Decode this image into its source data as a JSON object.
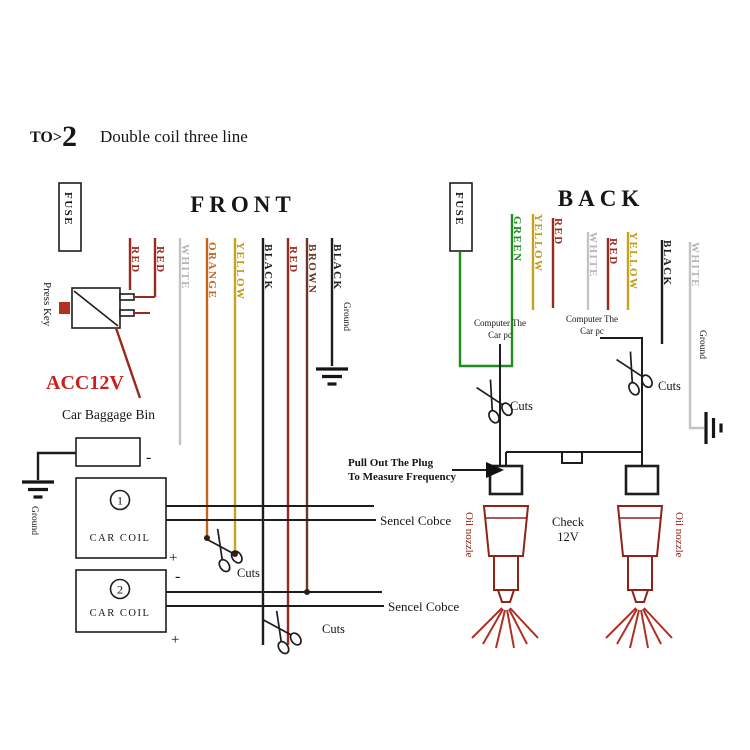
{
  "title": {
    "prefix": "TO>",
    "number": "2",
    "rest": "Double coil three line"
  },
  "front": {
    "heading": "FRONT",
    "fuse": "FUSE",
    "press_key": "Press Key",
    "acc": "ACC12V",
    "baggage": "Car Baggage Bin",
    "baggage_minus": "-",
    "ground_left": "Ground",
    "ground_mid": "Ground",
    "wires": [
      "RED",
      "RED",
      "WHITE",
      "ORANGE",
      "YELLOW",
      "BLACK",
      "RED",
      "BROWN",
      "BLACK"
    ],
    "coil1_num": "1",
    "coil1": "CAR COIL",
    "coil2_num": "2",
    "coil2": "CAR COIL",
    "plus1": "+",
    "minus1": "-",
    "plus2": "+",
    "sencel1": "Sencel Cobce",
    "sencel2": "Sencel Cobce",
    "cuts1": "Cuts",
    "cuts2": "Cuts"
  },
  "back": {
    "heading": "BACK",
    "fuse": "FUSE",
    "wires_left": [
      "GREEN",
      "YELLOW",
      "RED"
    ],
    "wires_mid": [
      "WHITE",
      "RED",
      "YELLOW"
    ],
    "wires_right": [
      "BLACK",
      "WHITE"
    ],
    "computer1": {
      "l1": "Computer The",
      "l2": "Car pc"
    },
    "computer2": {
      "l1": "Computer The",
      "l2": "Car pc"
    },
    "cuts1": "Cuts",
    "cuts2": "Cuts",
    "pull": {
      "l1": "Pull Out The Plug",
      "l2": "To Measure Frequency"
    },
    "check": {
      "l1": "Check",
      "l2": "12V"
    },
    "nozzle1": "Oil nozzle",
    "nozzle2": "Oil nozzle",
    "ground": "Ground"
  },
  "colors": {
    "red_wire": "#9a2a1c",
    "white_wire": "#c3c3c3",
    "orange_wire": "#c2661c",
    "yellow_wire": "#c9a21c",
    "black_wire": "#1d1d1d",
    "brown_wire": "#6e3424",
    "green_wire": "#1f8c1f",
    "acc_text": "#cc2020",
    "nozzle_outline": "#8e2318",
    "spray": "#b03026"
  }
}
